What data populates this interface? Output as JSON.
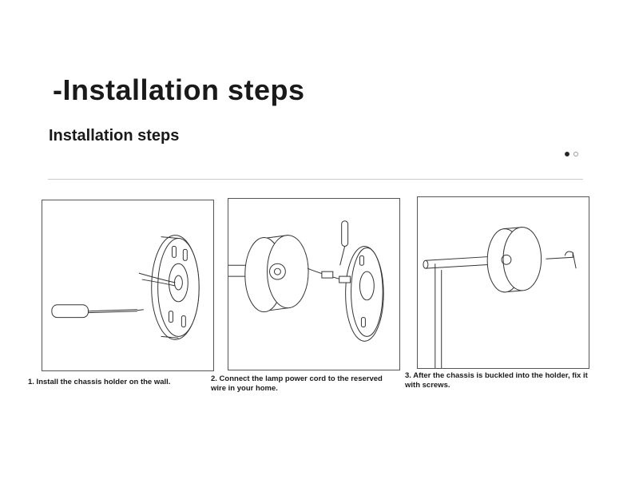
{
  "header": {
    "title": "-Installation steps",
    "subtitle": "Installation steps"
  },
  "carousel": {
    "total": 2,
    "active": 1
  },
  "steps": [
    {
      "caption": "1. Install the chassis holder on the wall."
    },
    {
      "caption": "2. Connect the lamp power cord to the reserved wire in your home."
    },
    {
      "caption": "3. After the chassis is buckled into the holder, fix it with screws."
    }
  ]
}
